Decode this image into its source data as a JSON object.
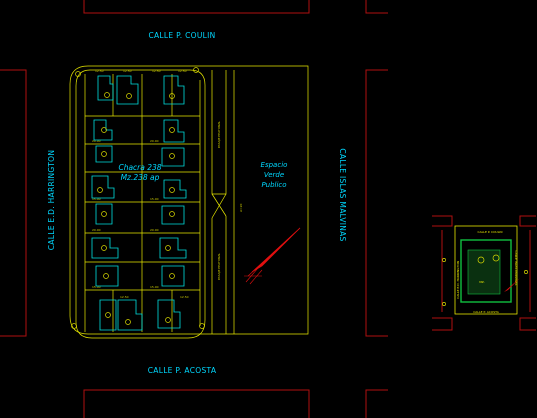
{
  "streets": {
    "north": "CALLE P. COULIN",
    "south": "CALLE P. ACOSTA",
    "west": "CALLE E.D. HARRINGTON",
    "east": "CALLE ISLAS MALVINAS"
  },
  "block": {
    "chacra": "Chacra 238",
    "area": "Mz.238 ap"
  },
  "park": {
    "line1": "Espacio",
    "line2": "Verde",
    "line3": "Publico"
  },
  "passages": {
    "upper": "PASAJE PEATONAL",
    "lower": "PASAJE PEATONAL",
    "middle": "A=20"
  },
  "lot_dims": [
    "12.50",
    "20.00",
    "15.00"
  ],
  "mini_map": {
    "north": "CALLE P. COULIN",
    "south": "CALLE P. ACOSTA",
    "west": "CALLE E.D. HARRINGTON",
    "east": "CALLE ISLAS MALVINAS",
    "label": "MZ."
  },
  "colors": {
    "background": "#000000",
    "street_text": "#00d8ff",
    "lot_lines": "#e8e800",
    "houses": "#00e0e0",
    "neighbour_blocks": "#b01010",
    "north_arrow": "#e01010"
  }
}
